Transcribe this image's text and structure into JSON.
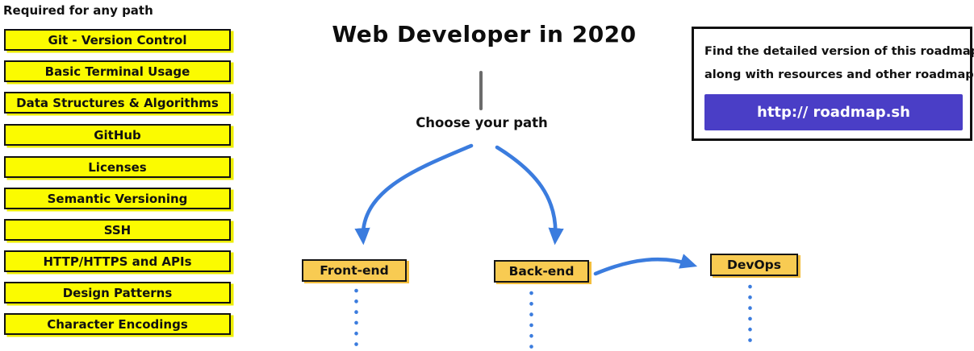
{
  "required": {
    "header": "Required for any path",
    "items": [
      "Git - Version Control",
      "Basic Terminal Usage",
      "Data Structures & Algorithms",
      "GitHub",
      "Licenses",
      "Semantic Versioning",
      "SSH",
      "HTTP/HTTPS and APIs",
      "Design Patterns",
      "Character Encodings"
    ]
  },
  "title": "Web Developer in 2020",
  "choose_label": "Choose your path",
  "paths": {
    "frontend": "Front-end",
    "backend": "Back-end",
    "devops": "DevOps"
  },
  "info": {
    "line1": "Find the detailed version of this roadmap",
    "line2": "along with resources and other roadmaps",
    "button_label": "http:// roadmap.sh"
  },
  "colors": {
    "topic_yellow": "#FBFB00",
    "path_orange": "#F8CB52",
    "arrow_blue": "#3B7CDE",
    "button_purple": "#4A3EC6",
    "stem_gray": "#6B6B6B"
  }
}
